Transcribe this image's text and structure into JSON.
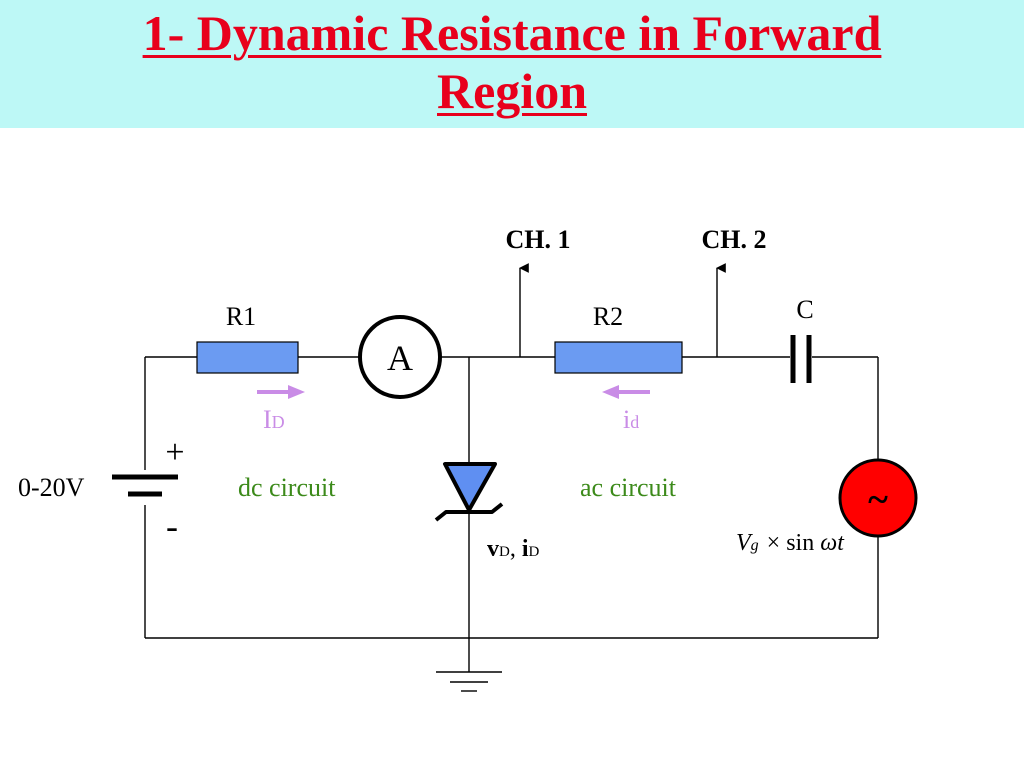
{
  "slide": {
    "title_line1": "1- Dynamic Resistance in Forward",
    "title_line2": "Region"
  },
  "circuit": {
    "ch1_label": "CH. 1",
    "ch2_label": "CH. 2",
    "r1_label": "R1",
    "r2_label": "R2",
    "c_label": "C",
    "ammeter_label": "A",
    "dc_current_main": "I",
    "dc_current_sub": "D",
    "ac_current_main": "i",
    "ac_current_sub": "d",
    "supply_label": "0-20V",
    "plus_sign": "+",
    "minus_sign": "-",
    "dc_region_label": "dc circuit",
    "ac_region_label": "ac circuit",
    "diode_v_main": "v",
    "diode_v_sub": "D",
    "diode_sep": ", ",
    "diode_i_main": "i",
    "diode_i_sub": "D",
    "source_symbol": "~",
    "source_v": "V",
    "source_g": "g",
    "source_times": "×",
    "source_sin": "sin",
    "source_omega": "ω",
    "source_t": "t"
  },
  "colors": {
    "title_text": "#e8001c",
    "title_band": "#bdf8f6",
    "resistor_fill": "#6b9bf2",
    "diode_fill": "#5f8ff2",
    "source_fill": "#ff0000",
    "current_arrow": "#c98ce6",
    "region_label": "#3c8a1a"
  }
}
